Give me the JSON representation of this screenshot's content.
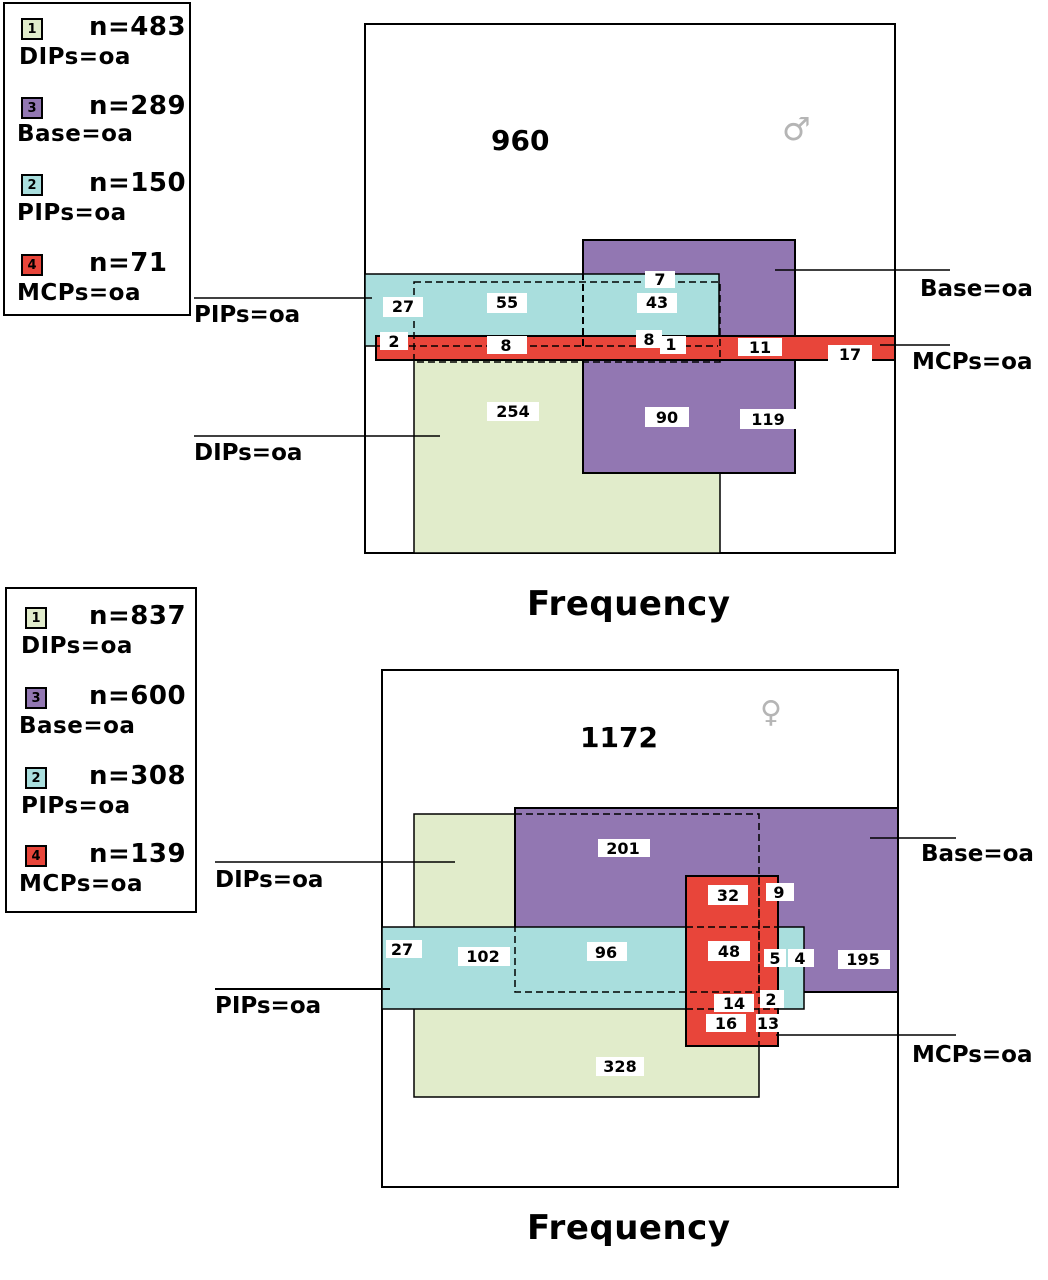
{
  "colors": {
    "dips": "#e1eccb",
    "pips": "#a9dedd",
    "base": "#9277b2",
    "mcps": "#e8453a",
    "symbol": "#b5b5b5"
  },
  "panels": [
    {
      "legend": [
        {
          "index": "1",
          "color_key": "dips",
          "n": "n=483",
          "name": "DIPs=oa"
        },
        {
          "index": "3",
          "color_key": "base",
          "n": "n=289",
          "name": "Base=oa"
        },
        {
          "index": "2",
          "color_key": "pips",
          "n": "n=150",
          "name": "PIPs=oa"
        },
        {
          "index": "4",
          "color_key": "mcps",
          "n": "n=71",
          "name": "MCPs=oa"
        }
      ],
      "total": "960",
      "symbol": "♂",
      "leader_labels": {
        "pips": "PIPs=oa",
        "dips": "DIPs=oa",
        "base": "Base=oa",
        "mcps": "MCPs=oa"
      },
      "counts": [
        "27",
        "55",
        "7",
        "43",
        "2",
        "8",
        "8",
        "1",
        "11",
        "17",
        "254",
        "90",
        "119"
      ],
      "caption": "Frequency"
    },
    {
      "legend": [
        {
          "index": "1",
          "color_key": "dips",
          "n": "n=837",
          "name": "DIPs=oa"
        },
        {
          "index": "3",
          "color_key": "base",
          "n": "n=600",
          "name": "Base=oa"
        },
        {
          "index": "2",
          "color_key": "pips",
          "n": "n=308",
          "name": "PIPs=oa"
        },
        {
          "index": "4",
          "color_key": "mcps",
          "n": "n=139",
          "name": "MCPs=oa"
        }
      ],
      "total": "1172",
      "symbol": "♀",
      "leader_labels": {
        "dips": "DIPs=oa",
        "pips": "PIPs=oa",
        "base": "Base=oa",
        "mcps": "MCPs=oa"
      },
      "counts": [
        "201",
        "32",
        "9",
        "27",
        "102",
        "96",
        "48",
        "5",
        "4",
        "195",
        "14",
        "2",
        "16",
        "13",
        "328"
      ],
      "caption": "Frequency"
    }
  ]
}
